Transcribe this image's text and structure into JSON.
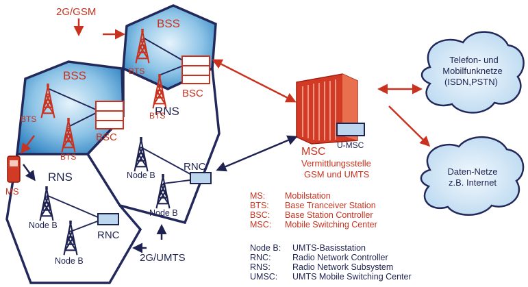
{
  "labels": {
    "gsm": "2G/GSM",
    "umts": "2G/UMTS",
    "bss_top": "BSS",
    "bss_left": "BSS",
    "rns_mid": "RNS",
    "rns_bottom": "RNS",
    "bts_1": "BTS",
    "bts_2": "BTS",
    "bts_3": "BTS",
    "bts_4": "BTS",
    "bsc_1": "BSC",
    "bsc_2": "BSC",
    "rnc_1": "RNC",
    "rnc_2": "RNC",
    "nodeb_1": "Node B",
    "nodeb_2": "Node B",
    "nodeb_3": "Node B",
    "nodeb_4": "Node B",
    "ms": "MS",
    "msc": "MSC",
    "umsc": "U-MSC",
    "msc_desc_1": "Vermittlungsstelle",
    "msc_desc_2": "GSM und UMTS",
    "cloud_phone_1": "Telefon- und",
    "cloud_phone_2": "Mobilfunknetze",
    "cloud_phone_3": "(ISDN,PSTN)",
    "cloud_data_1": "Daten-Netze",
    "cloud_data_2": "z.B. Internet"
  },
  "legend_gsm": [
    {
      "abbr": "MS:",
      "text": "Mobilstation"
    },
    {
      "abbr": "BTS:",
      "text": "Base Tranceiver Station"
    },
    {
      "abbr": "BSC:",
      "text": "Base Station Controller"
    },
    {
      "abbr": "MSC:",
      "text": "Mobile Switching Center"
    }
  ],
  "legend_umts": [
    {
      "abbr": "Node B:",
      "text": "UMTS-Basisstation"
    },
    {
      "abbr": "RNC:",
      "text": "Radio Network Controller"
    },
    {
      "abbr": "RNS:",
      "text": "Radio Network Subsystem"
    },
    {
      "abbr": "UMSC:",
      "text": "UMTS Mobile Switching Center"
    }
  ],
  "colors": {
    "gsm_red": "#c8321e",
    "umts_navy": "#1e2250",
    "hex_border": "#23285a",
    "hex_fill_center": "#d8edf8",
    "hex_fill_edge": "#2f86c4",
    "cloud_fill": "#d6e8f6"
  }
}
